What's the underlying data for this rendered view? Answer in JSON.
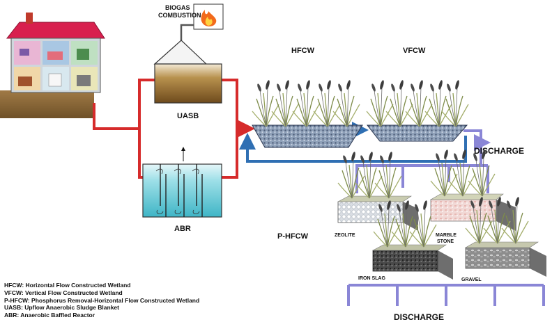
{
  "labels": {
    "biogas_line1": "BIOGAS",
    "biogas_line2": "COMBUSTION",
    "uasb": "UASB",
    "abr": "ABR",
    "hfcw": "HFCW",
    "vfcw": "VFCW",
    "discharge_top": "DISCHARGE",
    "discharge_bottom": "DISCHARGE",
    "phfcw": "P-HFCW",
    "zeolite": "ZEOLITE",
    "marble_line1": "MARBLE",
    "marble_line2": "STONE",
    "iron_slag": "IRON SLAG",
    "gravel": "GRAVEL"
  },
  "legend": [
    "HFCW: Horizontal Flow Constructed Wetland",
    "VFCW: Vertical Flow Constructed Wetland",
    "P-HFCW: Phosphorus Removal-Horizontal Flow Constructed Wetland",
    "UASB: Upflow Anaerobic Sludge Blanket",
    "ABR: Anaerobic Baffled Reactor"
  ],
  "colors": {
    "influent_pipe": "#d62b2b",
    "recirculation_pipe": "#2f6fb3",
    "discharge_pipe": "#8a86d6",
    "sludge": "#8f6a2d",
    "abr_water": "#5ec9d6",
    "roof": "#d8204e",
    "soil": "#8b6a3e"
  },
  "icons": [
    "house-icon",
    "flame-icon",
    "wetland-plants-icon"
  ]
}
